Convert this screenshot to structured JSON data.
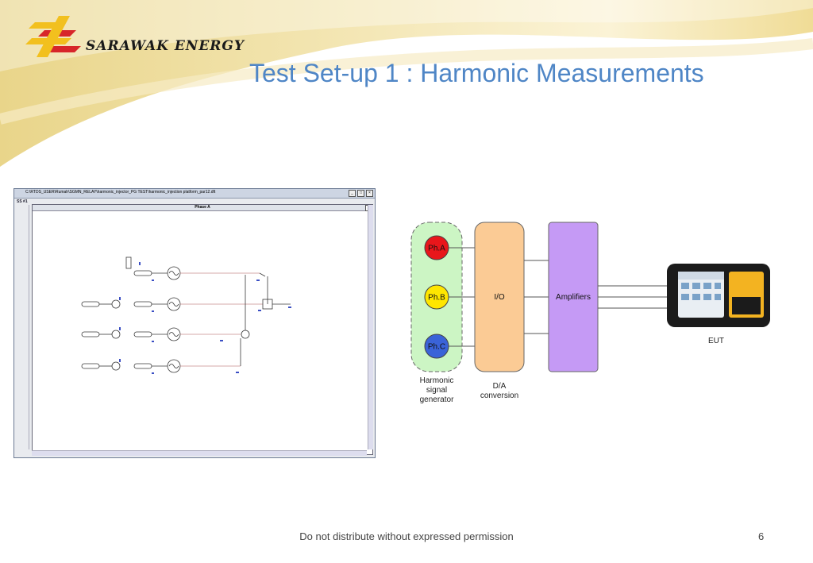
{
  "header": {
    "brand_name": "SARAWAK ENERGY",
    "slide_title": "Test Set-up 1 : Harmonic Measurements"
  },
  "colors": {
    "title_blue": "#4f86c6",
    "logo_yellow": "#f2c01e",
    "logo_red": "#d7262a",
    "phase_a": "#e8161b",
    "phase_b": "#ffe600",
    "phase_c": "#3a63d8",
    "generator_box": "#ccf5c4",
    "io_box": "#fbcb95",
    "amplifiers_box": "#c59af5"
  },
  "software_window": {
    "title": "C:\\RTDS_USER\\Rumah\\SGMN_RELAY\\harmonic_injector_PG TEST\\harmonic_injection platform_par12.dft",
    "tab_label": "SS #1",
    "canvas_title": "Phase A"
  },
  "diagram": {
    "phases": [
      "Ph.A",
      "Ph.B",
      "Ph.C"
    ],
    "io_label": "I/O",
    "amplifiers_label": "Amplifiers",
    "generator_caption": [
      "Harmonic",
      "signal",
      "generator"
    ],
    "da_caption": [
      "D/A",
      "conversion"
    ],
    "eut_caption": "EUT"
  },
  "footer": {
    "notice": "Do not distribute without expressed permission",
    "page_number": "6"
  }
}
